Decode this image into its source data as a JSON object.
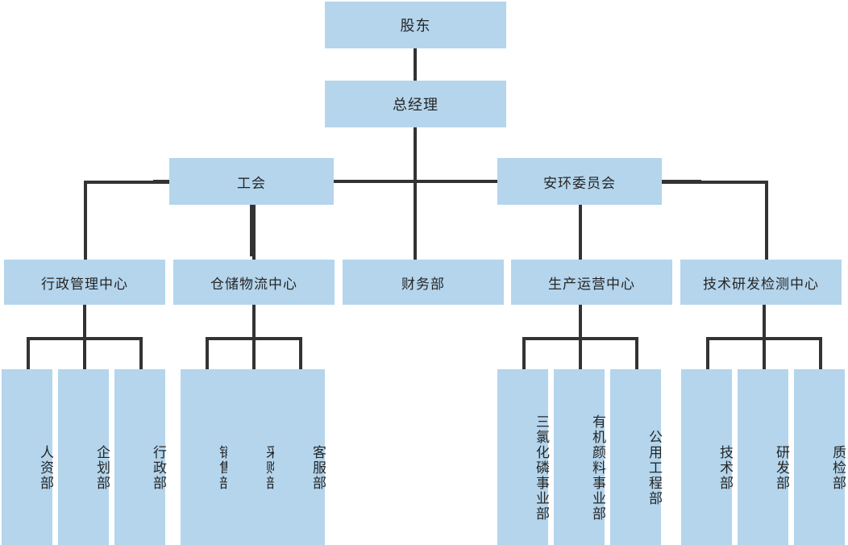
{
  "chart_data": {
    "type": "diagram",
    "title": "",
    "diagram_kind": "organization-chart",
    "orientation": "top-down",
    "box_color": "#b4d5ec",
    "line_color": "#333333",
    "text_color": "#262626",
    "levels": [
      {
        "level": 0,
        "nodes": [
          "股东"
        ]
      },
      {
        "level": 1,
        "nodes": [
          "总经理"
        ]
      },
      {
        "level": 2,
        "nodes": [
          "工会",
          "安环委员会"
        ]
      },
      {
        "level": 3,
        "nodes": [
          "行政管理中心",
          "仓储物流中心",
          "财务部",
          "生产运营中心",
          "技术研发检测中心"
        ]
      },
      {
        "level": 4,
        "nodes": [
          "人资部",
          "企划部",
          "行政部",
          "销售部",
          "采购部",
          "客服部",
          "三氯化磷事业部",
          "有机颜料事业部",
          "公用工程部",
          "技术部",
          "研发部",
          "质检部"
        ]
      }
    ],
    "edges": [
      {
        "from": "股东",
        "to": "总经理"
      },
      {
        "from": "总经理",
        "to": "财务部"
      },
      {
        "from": "总经理",
        "to": "工会"
      },
      {
        "from": "总经理",
        "to": "安环委员会"
      },
      {
        "from": "工会",
        "to": "行政管理中心"
      },
      {
        "from": "工会",
        "to": "仓储物流中心"
      },
      {
        "from": "安环委员会",
        "to": "生产运营中心"
      },
      {
        "from": "安环委员会",
        "to": "技术研发检测中心"
      },
      {
        "from": "行政管理中心",
        "to": "人资部"
      },
      {
        "from": "行政管理中心",
        "to": "企划部"
      },
      {
        "from": "行政管理中心",
        "to": "行政部"
      },
      {
        "from": "仓储物流中心",
        "to": "销售部"
      },
      {
        "from": "仓储物流中心",
        "to": "采购部"
      },
      {
        "from": "仓储物流中心",
        "to": "客服部"
      },
      {
        "from": "生产运营中心",
        "to": "三氯化磷事业部"
      },
      {
        "from": "生产运营中心",
        "to": "有机颜料事业部"
      },
      {
        "from": "生产运营中心",
        "to": "公用工程部"
      },
      {
        "from": "技术研发检测中心",
        "to": "技术部"
      },
      {
        "from": "技术研发检测中心",
        "to": "研发部"
      },
      {
        "from": "技术研发检测中心",
        "to": "质检部"
      }
    ]
  },
  "nodes": {
    "shareholder": "股东",
    "general_manager": "总经理",
    "labor_union": "工会",
    "safety_env_committee": "安环委员会",
    "admin_center": "行政管理中心",
    "warehouse_logistics_center": "仓储物流中心",
    "finance_dept": "财务部",
    "production_operation_center": "生产运营中心",
    "tech_rd_testing_center": "技术研发检测中心",
    "hr_dept": "人资部",
    "planning_dept": "企划部",
    "administration_dept": "行政部",
    "sales_dept": "销售部",
    "purchasing_dept": "采购部",
    "customer_service_dept": "客服部",
    "pcl3_division": "三氯化磷事业部",
    "organic_pigment_division": "有机颜料事业部",
    "utility_engineering_dept": "公用工程部",
    "technology_dept": "技术部",
    "rd_dept": "研发部",
    "quality_inspection_dept": "质检部"
  }
}
